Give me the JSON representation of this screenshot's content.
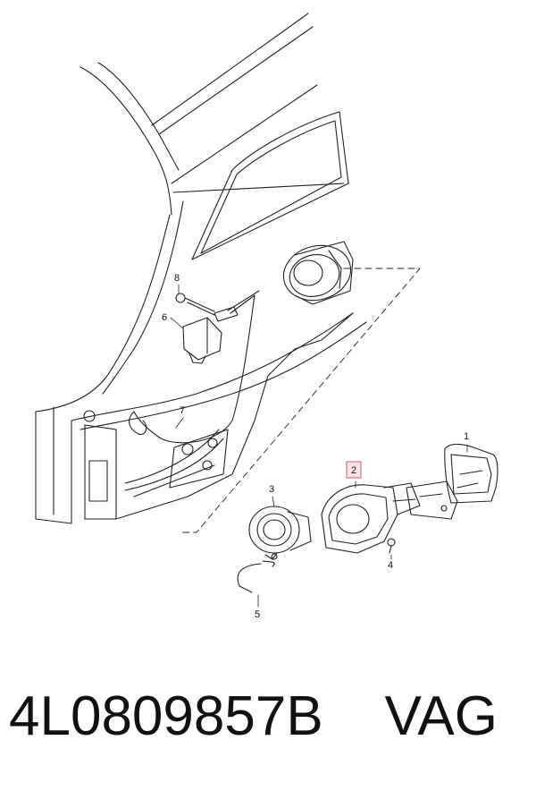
{
  "callouts": [
    {
      "id": "c1",
      "text": "1",
      "highlighted": false
    },
    {
      "id": "c2",
      "text": "2",
      "highlighted": true
    },
    {
      "id": "c3",
      "text": "3",
      "highlighted": false
    },
    {
      "id": "c4",
      "text": "4",
      "highlighted": false
    },
    {
      "id": "c5",
      "text": "5",
      "highlighted": false
    },
    {
      "id": "c6",
      "text": "6",
      "highlighted": false
    },
    {
      "id": "c7",
      "text": "7",
      "highlighted": false
    },
    {
      "id": "c8",
      "text": "8",
      "highlighted": false
    }
  ],
  "footer": {
    "part_number": "4L0809857B",
    "brand": "VAG"
  },
  "colors": {
    "line": "#222222",
    "highlight_box": "#d96a7a",
    "highlight_fill": "#fbe3e6"
  }
}
